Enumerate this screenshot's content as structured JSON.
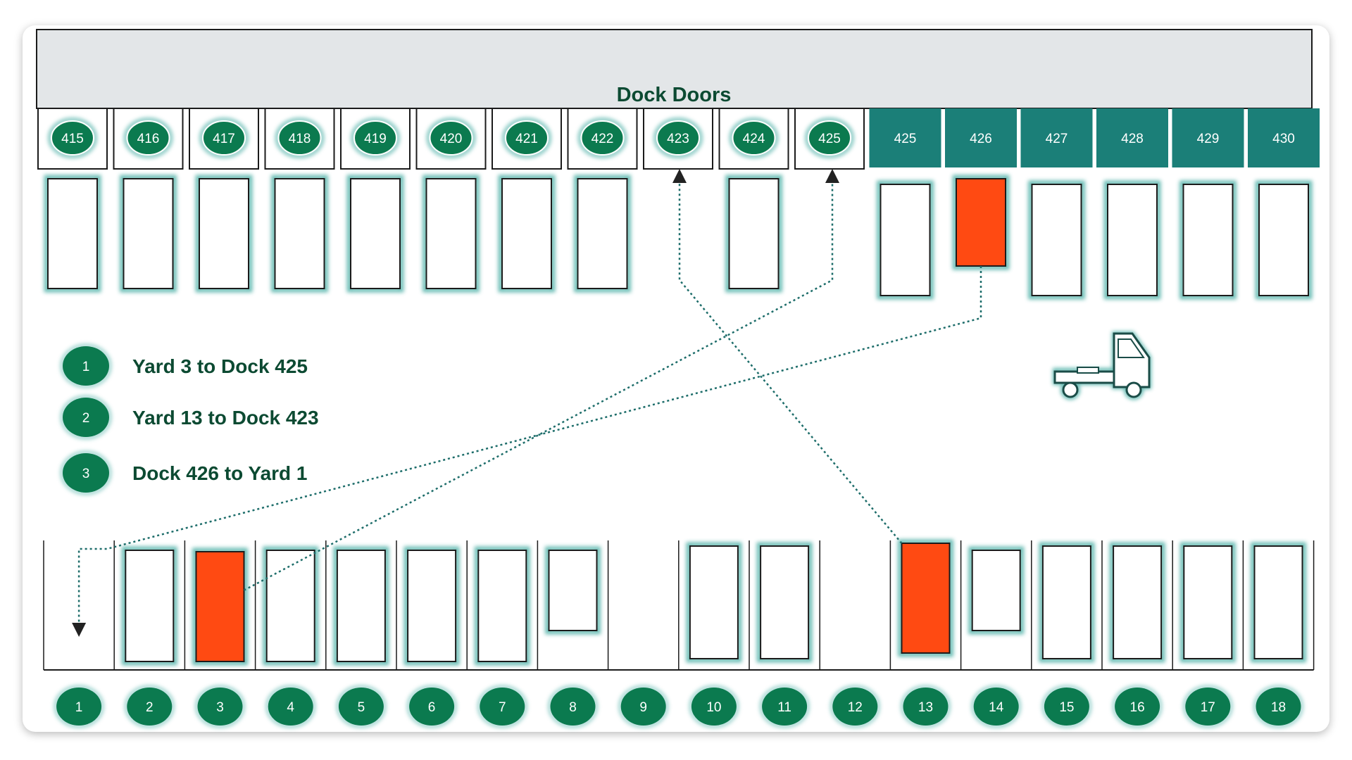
{
  "header": {
    "title": "Dock Doors"
  },
  "doors": [
    {
      "label": "415",
      "style": "circle"
    },
    {
      "label": "416",
      "style": "circle"
    },
    {
      "label": "417",
      "style": "circle"
    },
    {
      "label": "418",
      "style": "circle"
    },
    {
      "label": "419",
      "style": "circle"
    },
    {
      "label": "420",
      "style": "circle"
    },
    {
      "label": "421",
      "style": "circle"
    },
    {
      "label": "422",
      "style": "circle"
    },
    {
      "label": "423",
      "style": "circle"
    },
    {
      "label": "424",
      "style": "circle"
    },
    {
      "label": "425",
      "style": "circle"
    },
    {
      "label": "425",
      "style": "tile"
    },
    {
      "label": "426",
      "style": "tile"
    },
    {
      "label": "427",
      "style": "tile"
    },
    {
      "label": "428",
      "style": "tile"
    },
    {
      "label": "429",
      "style": "tile"
    },
    {
      "label": "430",
      "style": "tile"
    }
  ],
  "dock_trailers": [
    "empty",
    "empty",
    "empty",
    "empty",
    "empty",
    "empty",
    "empty",
    "empty",
    "none",
    "empty",
    "none",
    "empty",
    "loaded",
    "empty",
    "empty",
    "empty",
    "empty"
  ],
  "legend": [
    {
      "num": "1",
      "text": "Yard 3 to Dock 425"
    },
    {
      "num": "2",
      "text": "Yard 13 to Dock 423"
    },
    {
      "num": "3",
      "text": "Dock 426 to Yard 1"
    }
  ],
  "yard": [
    {
      "num": "1",
      "trailer": "none"
    },
    {
      "num": "2",
      "trailer": "empty"
    },
    {
      "num": "3",
      "trailer": "loaded"
    },
    {
      "num": "4",
      "trailer": "empty"
    },
    {
      "num": "5",
      "trailer": "empty"
    },
    {
      "num": "6",
      "trailer": "empty"
    },
    {
      "num": "7",
      "trailer": "empty"
    },
    {
      "num": "8",
      "trailer": "empty-short"
    },
    {
      "num": "9",
      "trailer": "none"
    },
    {
      "num": "10",
      "trailer": "empty"
    },
    {
      "num": "11",
      "trailer": "empty"
    },
    {
      "num": "12",
      "trailer": "none"
    },
    {
      "num": "13",
      "trailer": "loaded"
    },
    {
      "num": "14",
      "trailer": "empty-short"
    },
    {
      "num": "15",
      "trailer": "empty"
    },
    {
      "num": "16",
      "trailer": "empty"
    },
    {
      "num": "17",
      "trailer": "empty"
    },
    {
      "num": "18",
      "trailer": "empty"
    }
  ],
  "moves": [
    {
      "from": "yard:3",
      "to": "door:10"
    },
    {
      "from": "yard:13",
      "to": "door:8"
    },
    {
      "from": "door:12",
      "to": "yard:1"
    }
  ],
  "colors": {
    "green": "#0b7a4f",
    "teal": "#1b7f78",
    "teal_glow": "#3aa79d",
    "loaded": "#ff4a12",
    "header_bg": "#e3e6e8",
    "text_dark": "#0c4a32"
  },
  "icons": {
    "truck": "truck-icon"
  }
}
